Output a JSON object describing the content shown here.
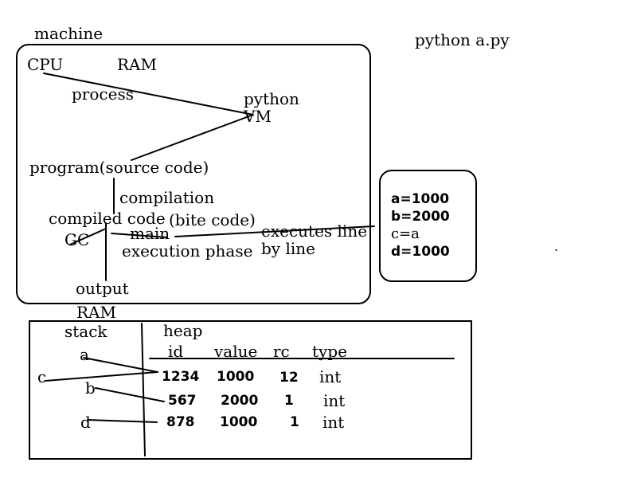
{
  "labels": {
    "machine": "machine",
    "command": "python  a.py",
    "cpu": "CPU",
    "ram_top": "RAM",
    "process": "process",
    "python": "python",
    "vm": "VM",
    "program": "program(source  code)",
    "compilation": "compilation",
    "compiled_code": "compiled  code",
    "bite_code": "(bite  code)",
    "gc": "GC",
    "main": "main",
    "execution_phase": "execution  phase",
    "executes_line": "executes  line",
    "by_line": "by  line",
    "output": "output",
    "ram_bottom": "RAM",
    "stack": "stack",
    "heap": "heap"
  },
  "code_lines": [
    "a=1000",
    "b=2000",
    "c=a",
    "d=1000"
  ],
  "stack_vars": [
    "a",
    "c",
    "b",
    "d"
  ],
  "heap_table": {
    "headers": [
      "id",
      "value",
      "rc",
      "type"
    ],
    "rows": [
      {
        "id": "1234",
        "value": "1000",
        "rc": "12",
        "type": "int"
      },
      {
        "id": "567",
        "value": "2000",
        "rc": "1",
        "type": "int"
      },
      {
        "id": "878",
        "value": "1000",
        "rc": "1",
        "type": "int"
      }
    ]
  },
  "stray_mark": "."
}
